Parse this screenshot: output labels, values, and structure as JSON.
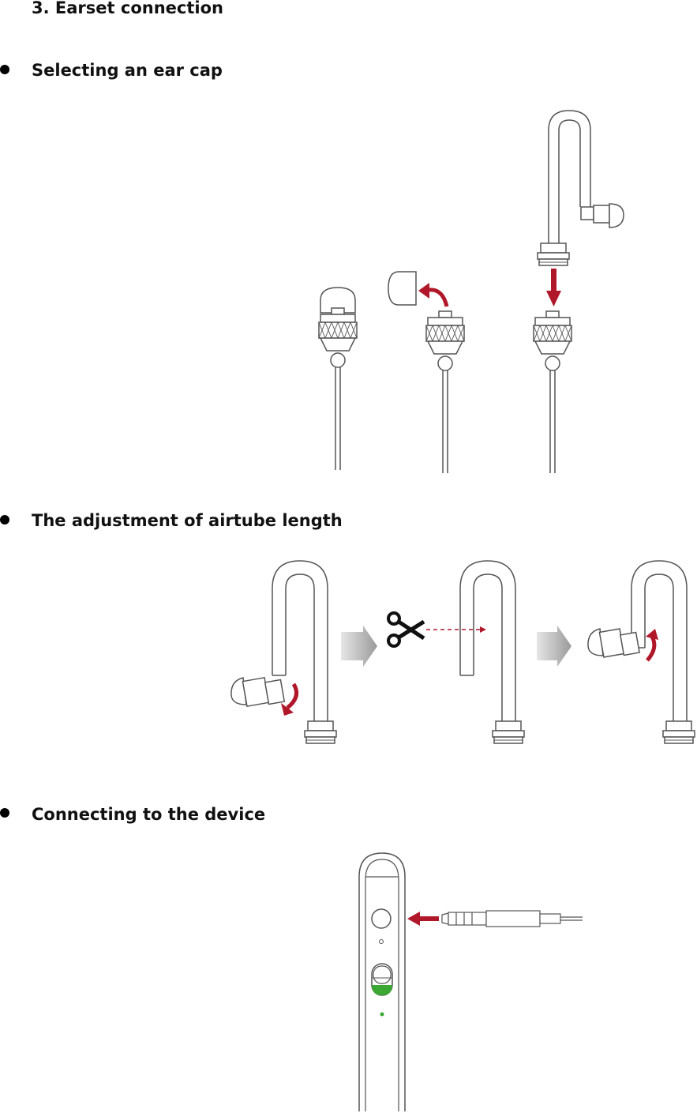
{
  "section_title": "3. Earset connection",
  "sections": [
    {
      "label": "Selecting an ear cap"
    },
    {
      "label": "The adjustment of airtube length"
    },
    {
      "label": "Connecting to the device"
    }
  ],
  "colors": {
    "accent_arrow": "#b0182a",
    "line": "#555555",
    "switch_green": "#3aa832",
    "gray_arrow": "#a9a9a9"
  }
}
